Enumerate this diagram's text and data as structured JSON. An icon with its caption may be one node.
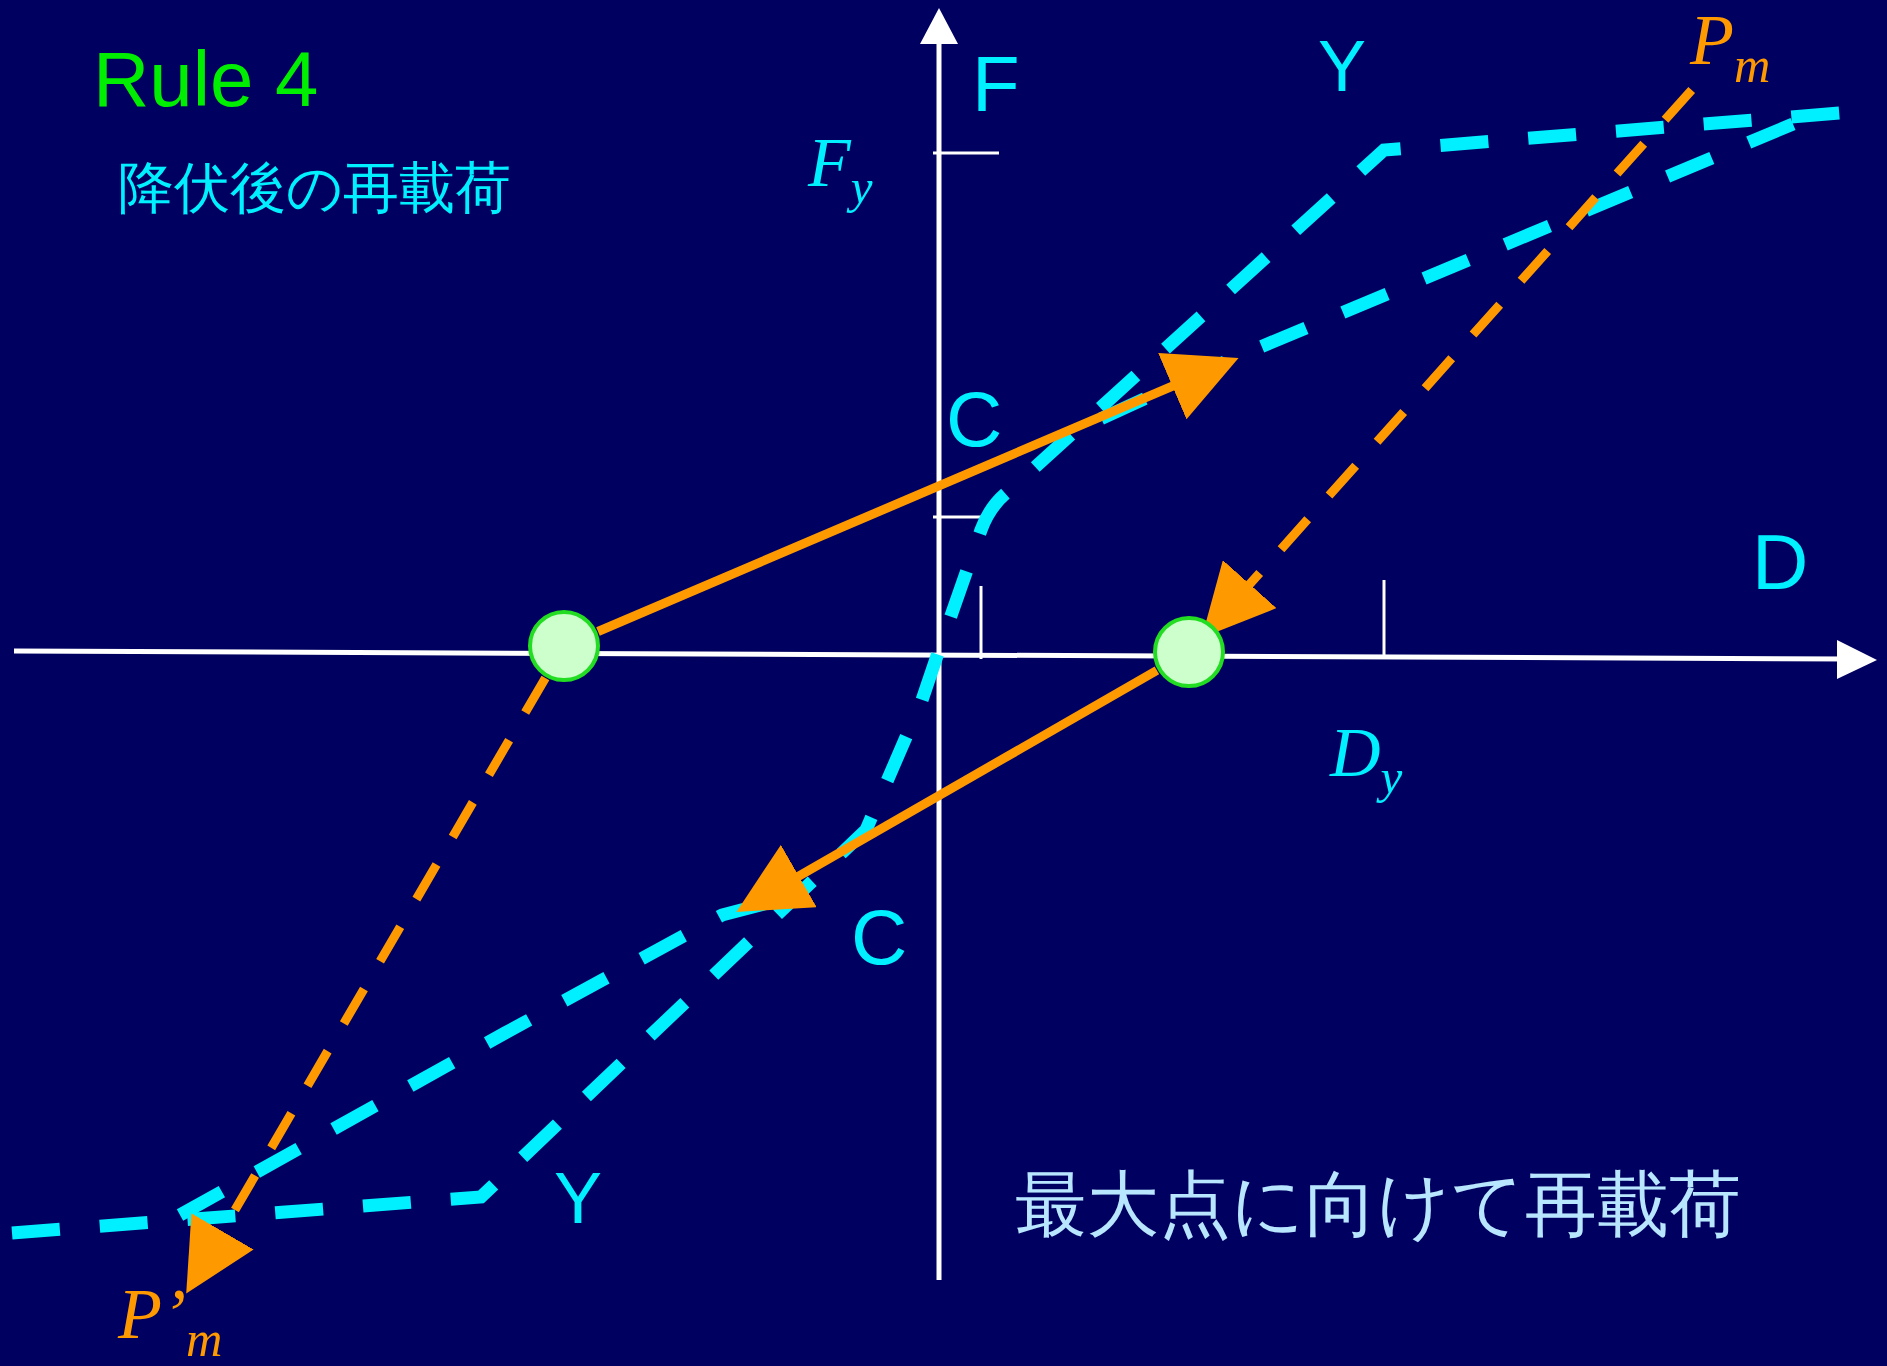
{
  "diagram": {
    "nodes": [
      {
        "text": [
          "P$_{m}$"
        ]
      },
      {
        "text": [],
        "shape": "circle"
      },
      {
        "text": [],
        "shape": "circle"
      },
      {
        "text": [
          "P’$_{m}$"
        ]
      }
    ],
    "edges": [
      {
        "from": 0,
        "to": 2,
        "arrow": "to",
        "style": "dashed"
      },
      {
        "from": 1,
        "to": 3,
        "arrow": "to",
        "style": "dashed"
      },
      {
        "from": 1,
        "to": null,
        "arrow": "to"
      },
      {
        "from": 2,
        "to": null,
        "arrow": "to"
      }
    ],
    "labels": [
      "Rule 4",
      "F",
      "Y",
      "降伏後の再載荷",
      "F$_{y}$",
      "C",
      "D",
      "D$_{y}$",
      "C",
      "Y",
      "最大点に向けて再載荷"
    ]
  }
}
